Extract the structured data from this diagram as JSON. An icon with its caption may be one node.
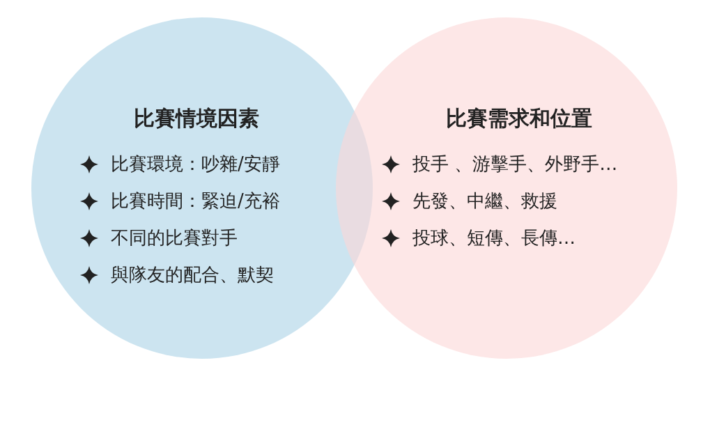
{
  "diagram": {
    "nodes": [
      {
        "text": [
          "比賽情境因素",
          "比賽環境：吵雜/安靜",
          "比賽時間：緊迫/充裕",
          "不同的比賽對手",
          "與隊友的配合、默契"
        ]
      },
      {
        "text": [
          "比賽需求和位置",
          "投手 、游擊手、外野手…",
          "先發、中繼、救援",
          "投球、短傳、長傳…"
        ]
      }
    ]
  }
}
